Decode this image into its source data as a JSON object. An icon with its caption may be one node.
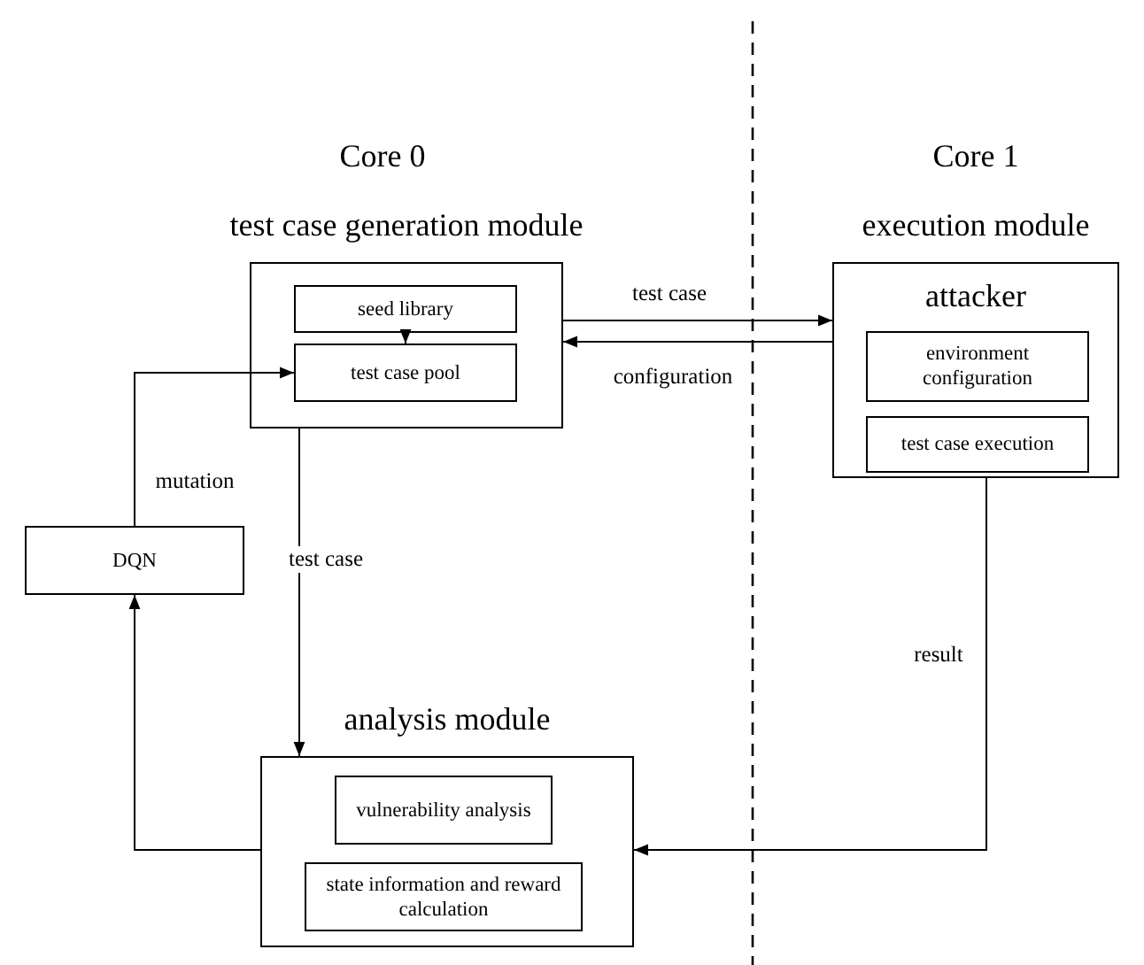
{
  "diagram": {
    "nodes": [
      {
        "text": [
          "test case generation module"
        ]
      },
      {
        "text": [
          "seed library"
        ],
        "in": 0
      },
      {
        "text": [
          "test case pool"
        ],
        "in": 0
      },
      {
        "text": [
          "execution module",
          "attacker"
        ]
      },
      {
        "text": [
          "environment configuration"
        ],
        "in": 3
      },
      {
        "text": [
          "test case execution"
        ],
        "in": 3
      },
      {
        "text": [
          "DQN"
        ]
      },
      {
        "text": [
          "analysis module"
        ]
      },
      {
        "text": [
          "vulnerability analysis"
        ],
        "in": 7
      },
      {
        "text": [
          "state information and reward calculation"
        ],
        "in": 7
      }
    ],
    "edges": [
      {
        "from": 1,
        "to": 2,
        "arrow": "to"
      },
      {
        "from": 0,
        "to": 3,
        "label": "test case",
        "arrow": "to"
      },
      {
        "from": 3,
        "to": 0,
        "label": "configuration",
        "arrow": "to"
      },
      {
        "from": 6,
        "to": 2,
        "label": "mutation",
        "arrow": "to"
      },
      {
        "from": 0,
        "to": 7,
        "label": "test case",
        "arrow": "to"
      },
      {
        "from": 3,
        "to": 7,
        "label": "result",
        "arrow": "to"
      },
      {
        "from": 7,
        "to": 6,
        "arrow": "to"
      }
    ],
    "labels": [
      "Core 0",
      "Core 1"
    ]
  }
}
